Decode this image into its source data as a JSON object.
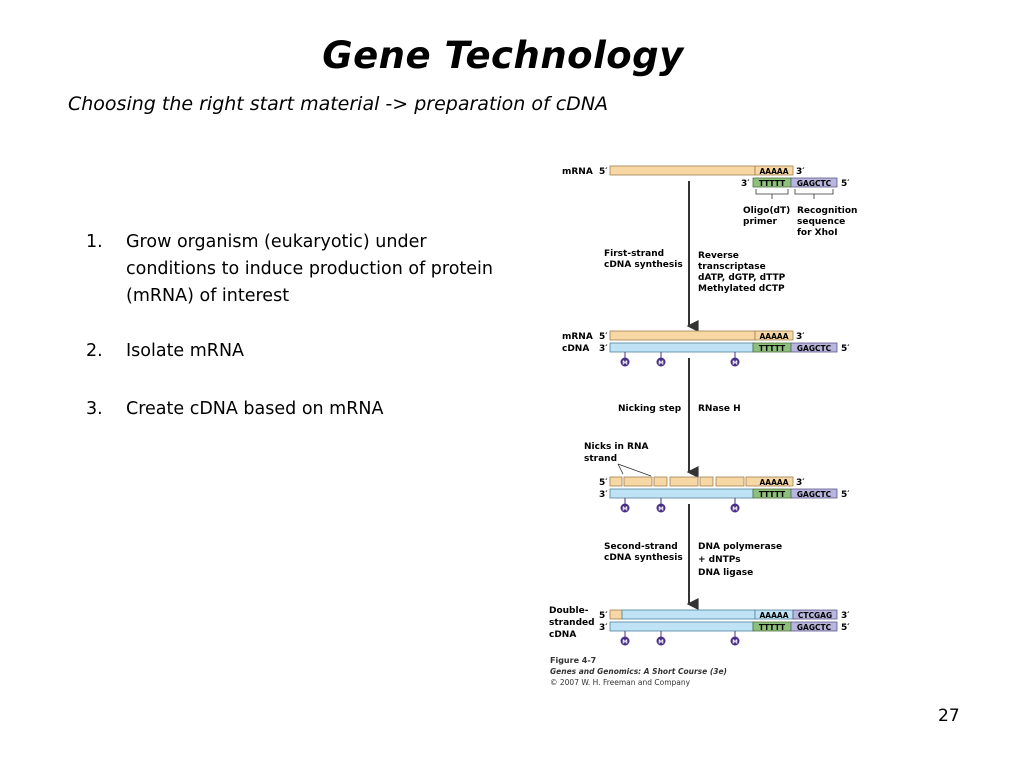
{
  "slide": {
    "title": "Gene Technology",
    "subtitle": "Choosing the right start material -> preparation of cDNA",
    "page_number": "27"
  },
  "steps": [
    {
      "number": "1.",
      "text": "Grow organism (eukaryotic) under conditions to induce production of protein (mRNA) of interest"
    },
    {
      "number": "2.",
      "text": "Isolate mRNA"
    },
    {
      "number": "3.",
      "text": "Create cDNA based on mRNA"
    }
  ],
  "figure": {
    "labels": {
      "mrna": "mRNA",
      "cdna": "cDNA",
      "five_prime": "5′",
      "three_prime": "3′",
      "polyA": "AAAAA",
      "polyT": "TTTTT",
      "xhoI_bottom": "GAGCTC",
      "xhoI_top": "CTCGAG",
      "methyl": "M"
    },
    "annotations": {
      "oligo_dt": "Oligo(dT)\nprimer",
      "recognition": "Recognition\nsequence\nfor XhoI",
      "first_strand": "First-strand\ncDNA synthesis",
      "reverse_transcriptase": "Reverse\ntranscriptase\ndATP, dGTP, dTTP\nMethylated dCTP",
      "nicking_step": "Nicking step",
      "rnase_h": "RNase H",
      "nicks": "Nicks in RNA\nstrand",
      "second_strand": "Second-strand\ncDNA synthesis",
      "dna_polymerase": "DNA polymerase\n+ dNTPs\nDNA ligase",
      "double_stranded": "Double-\nstranded\ncDNA"
    },
    "caption": {
      "figure": "Figure 4-7",
      "book": "Genes and Genomics: A Short Course (3e)",
      "copyright": "© 2007 W. H. Freeman and Company"
    }
  },
  "colors": {
    "mrna_strand": "#f7d7a3",
    "cdna_strand": "#bfe3f4",
    "oligo_dt": "#8dc07a",
    "recognition": "#b8b6dc",
    "methyl_circle": "#4a2f86",
    "arrow": "#333333"
  }
}
